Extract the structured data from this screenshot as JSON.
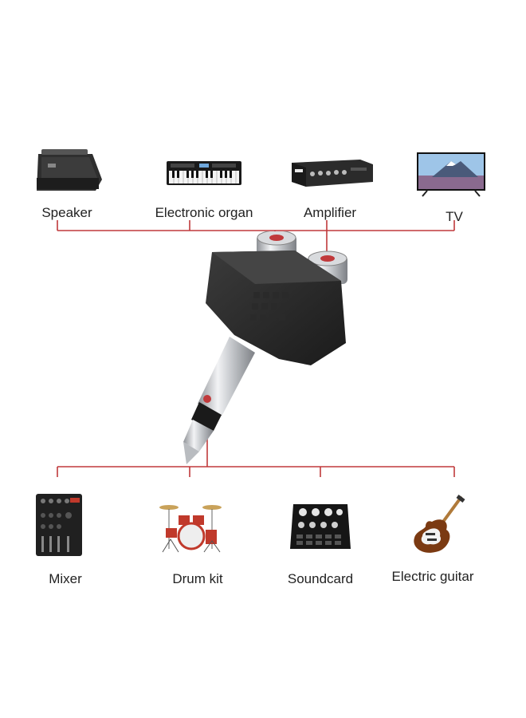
{
  "top_devices": [
    {
      "label": "Speaker",
      "icon": "speaker-icon"
    },
    {
      "label": "Electronic organ",
      "icon": "keyboard-organ-icon"
    },
    {
      "label": "Amplifier",
      "icon": "amplifier-icon"
    },
    {
      "label": "TV",
      "icon": "tv-icon"
    }
  ],
  "bottom_devices": [
    {
      "label": "Mixer",
      "icon": "mixer-icon"
    },
    {
      "label": "Drum kit",
      "icon": "drum-kit-icon"
    },
    {
      "label": "Soundcard",
      "icon": "soundcard-icon"
    },
    {
      "label": "Electric guitar",
      "icon": "electric-guitar-icon"
    }
  ],
  "center_product": {
    "icon": "dual-rca-to-6-35mm-adapter-icon"
  },
  "colors": {
    "connector_line": "#c0393b",
    "background": "#ffffff",
    "adapter_body": "#2a2a2a",
    "plug_metal": "#c9ccd0"
  }
}
